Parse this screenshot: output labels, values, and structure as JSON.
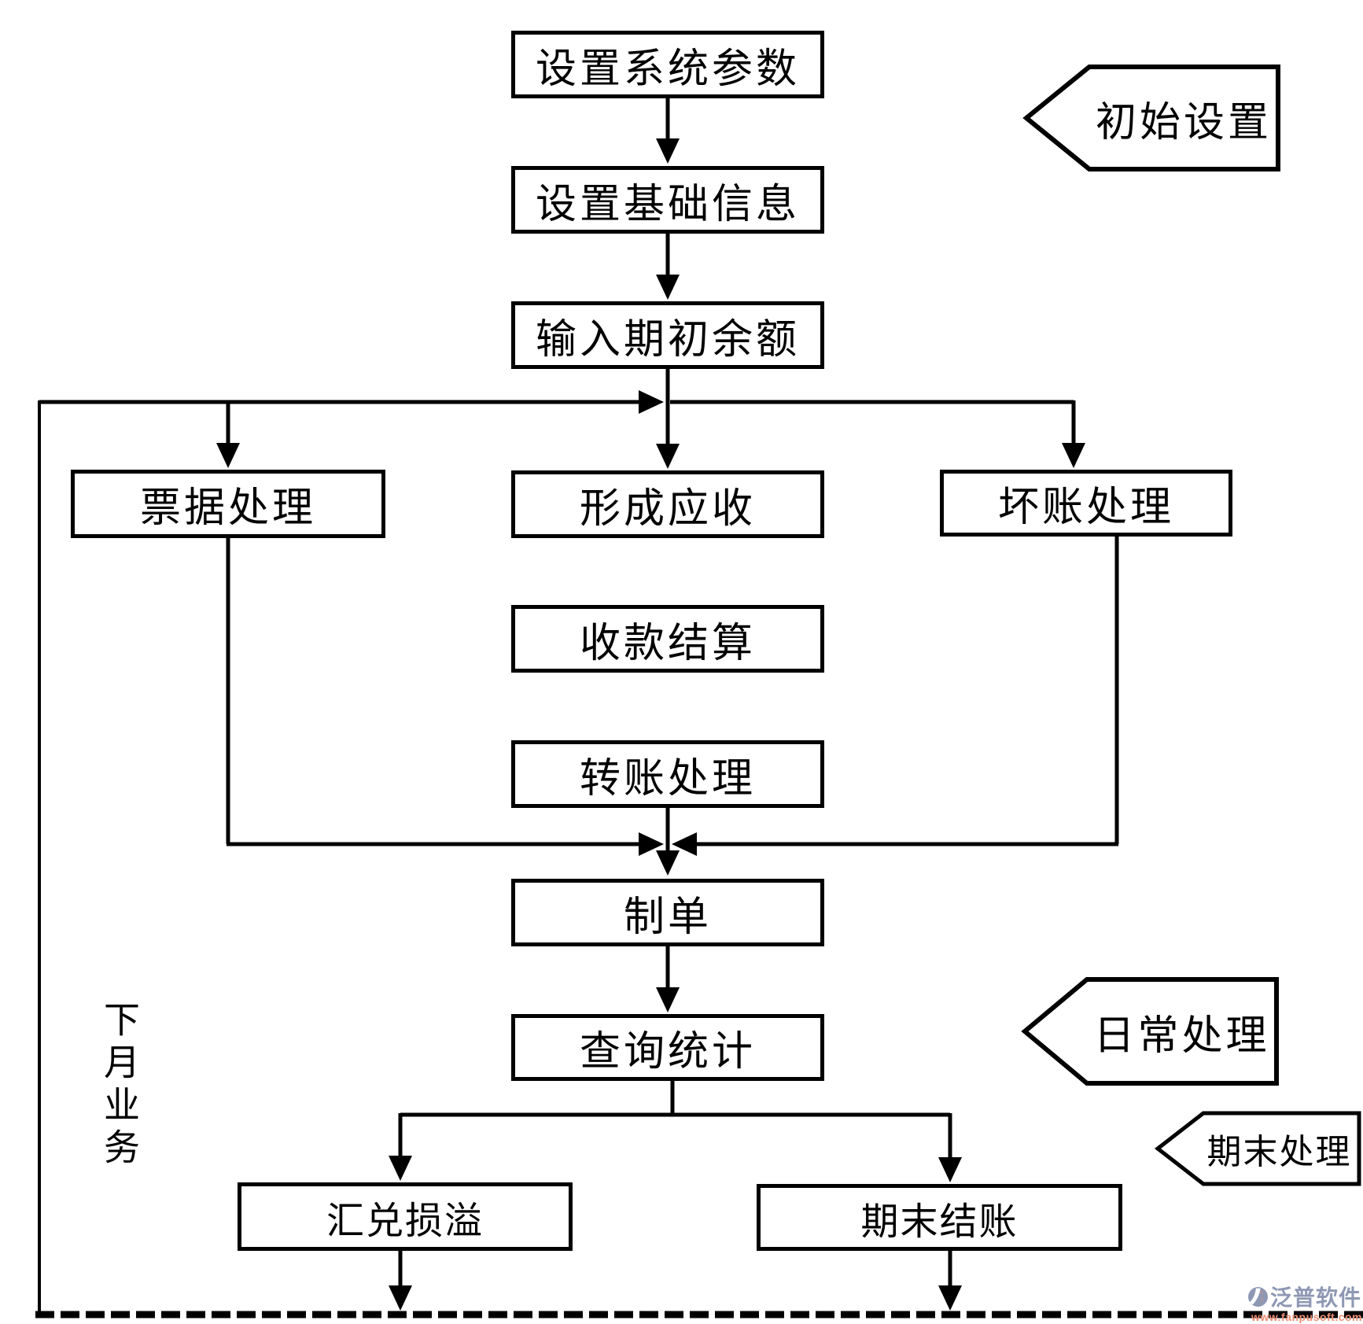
{
  "flow": {
    "nodes": {
      "set_system_params": {
        "label": "设置系统参数"
      },
      "set_basic_info": {
        "label": "设置基础信息"
      },
      "enter_opening_balance": {
        "label": "输入期初余额"
      },
      "bill_processing": {
        "label": "票据处理"
      },
      "form_receivables": {
        "label": "形成应收"
      },
      "payment_settlement": {
        "label": "收款结算"
      },
      "transfer_processing": {
        "label": "转账处理"
      },
      "bad_debt_processing": {
        "label": "坏账处理"
      },
      "voucher_creation": {
        "label": "制单"
      },
      "query_statistics": {
        "label": "查询统计"
      },
      "exchange_gain_loss": {
        "label": "汇兑损溢"
      },
      "period_end_closing": {
        "label": "期末结账"
      }
    },
    "stages": {
      "initial_setup": {
        "label": "初始设置"
      },
      "daily_processing": {
        "label": "日常处理"
      },
      "period_end_processing": {
        "label": "期末处理"
      }
    },
    "loop_label": {
      "label": "下月业务"
    },
    "colors": {
      "line": "#000000",
      "box_background": "#ffffff"
    }
  },
  "watermark": {
    "brand": "泛普软件",
    "url": "www.fanpusoft.com",
    "brand_color": "#8e98b4",
    "url_color": "#ee8f74"
  }
}
